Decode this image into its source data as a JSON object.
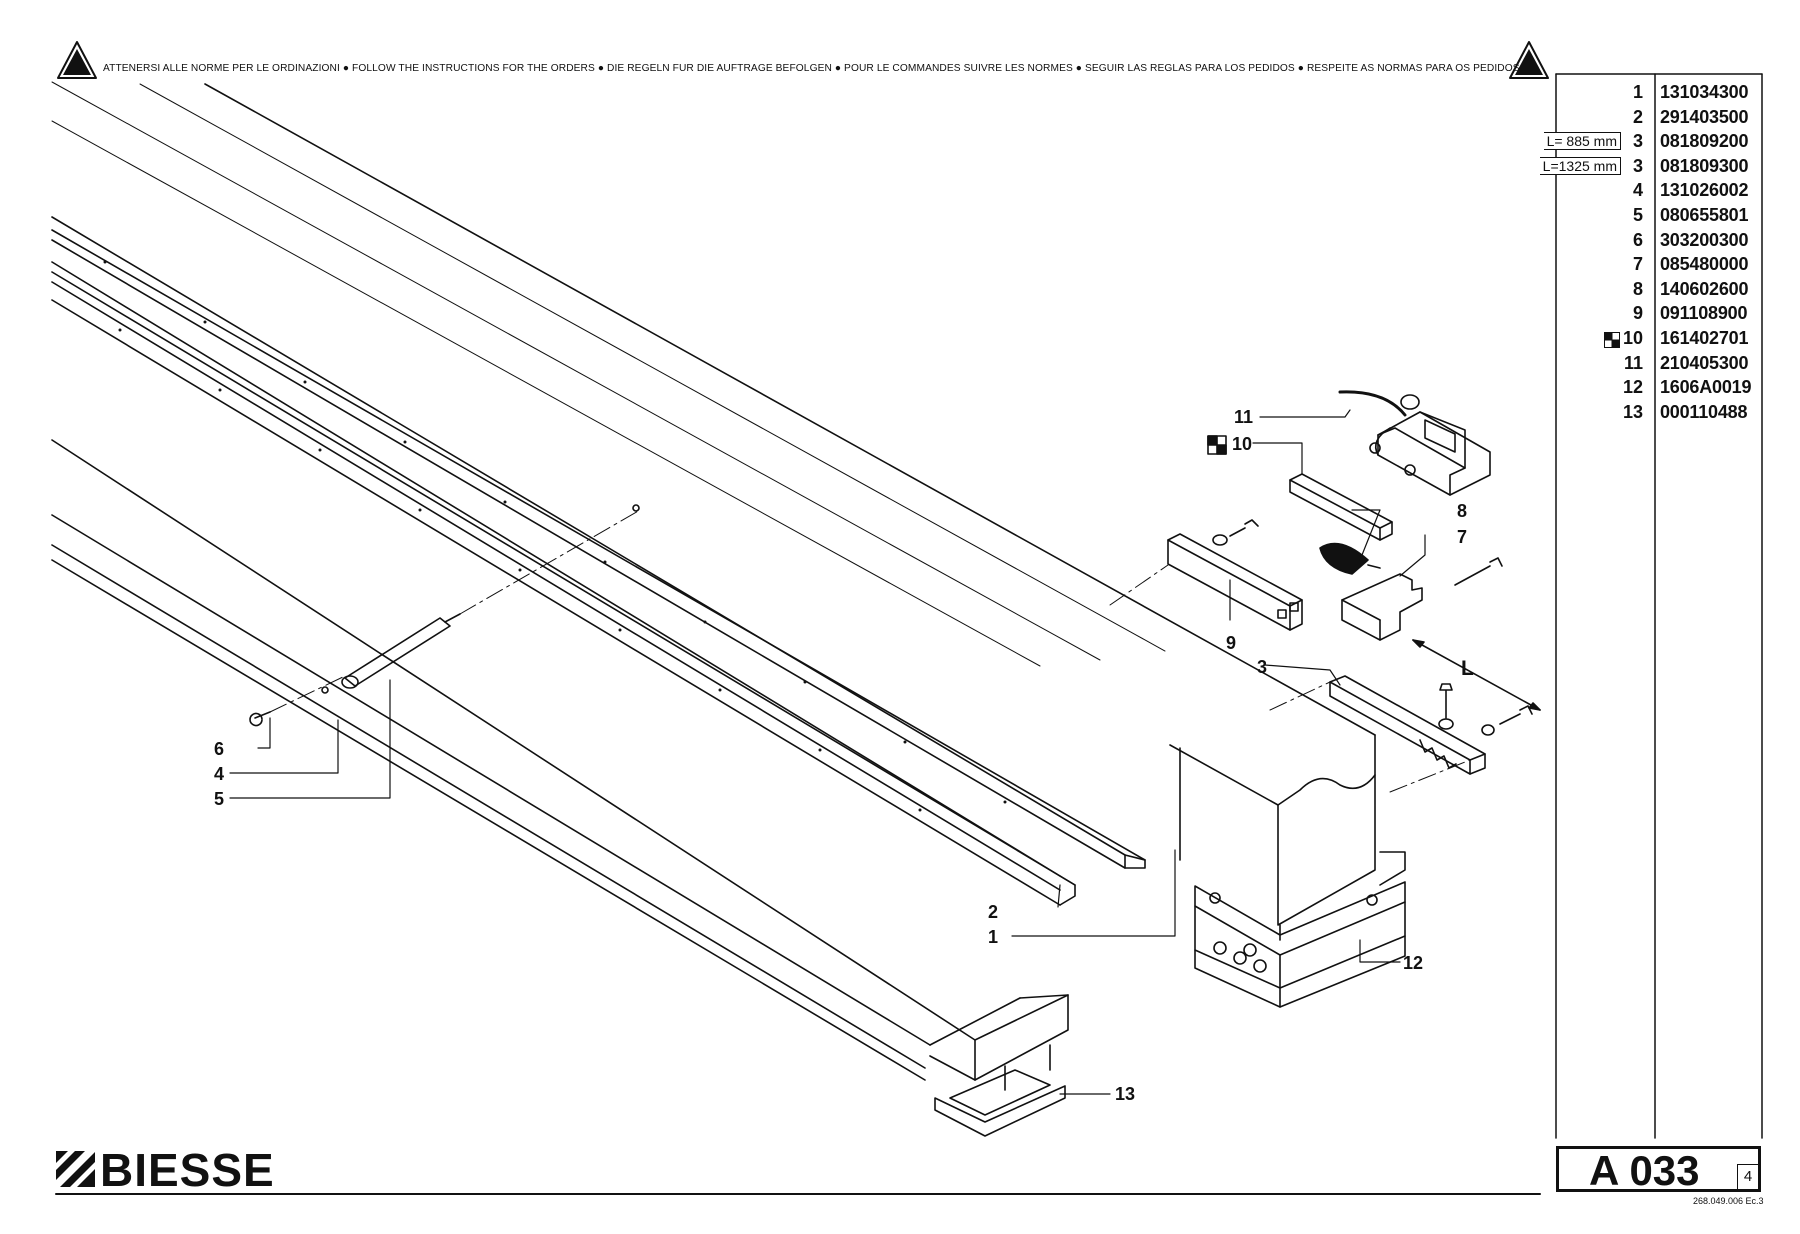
{
  "header": {
    "notice": "ATTENERSI ALLE NORME PER LE ORDINAZIONI ● FOLLOW THE INSTRUCTIONS FOR THE ORDERS ● DIE REGELN FUR DIE AUFTRAGE BEFOLGEN ● POUR LE COMMANDES SUIVRE LES NORMES ● SEGUIR LAS REGLAS PARA LOS PEDIDOS ● RESPEITE AS NORMAS PARA OS PEDIDOS",
    "warning_icon": "warning-triangle-icon"
  },
  "parts": [
    {
      "index": "1",
      "code": "131034300",
      "length": "",
      "marked": false
    },
    {
      "index": "2",
      "code": "291403500",
      "length": "",
      "marked": false
    },
    {
      "index": "3",
      "code": "081809200",
      "length": "L= 885 mm",
      "marked": false
    },
    {
      "index": "3",
      "code": "081809300",
      "length": "L=1325 mm",
      "marked": false
    },
    {
      "index": "4",
      "code": "131026002",
      "length": "",
      "marked": false
    },
    {
      "index": "5",
      "code": "080655801",
      "length": "",
      "marked": false
    },
    {
      "index": "6",
      "code": "303200300",
      "length": "",
      "marked": false
    },
    {
      "index": "7",
      "code": "085480000",
      "length": "",
      "marked": false
    },
    {
      "index": "8",
      "code": "140602600",
      "length": "",
      "marked": false
    },
    {
      "index": "9",
      "code": "091108900",
      "length": "",
      "marked": false
    },
    {
      "index": "10",
      "code": "161402701",
      "length": "",
      "marked": true
    },
    {
      "index": "11",
      "code": "210405300",
      "length": "",
      "marked": false
    },
    {
      "index": "12",
      "code": "1606A0019",
      "length": "",
      "marked": false
    },
    {
      "index": "13",
      "code": "000110488",
      "length": "",
      "marked": false
    }
  ],
  "callouts": {
    "c1": "1",
    "c2": "2",
    "c3": "3",
    "c4": "4",
    "c5": "5",
    "c6": "6",
    "c7": "7",
    "c8": "8",
    "c9": "9",
    "c10": "10",
    "c11": "11",
    "c12": "12",
    "c13": "13",
    "dimension": "L"
  },
  "footer": {
    "brand": "BIESSE",
    "logo_icon": "biesse-stripes-logo-icon",
    "table_code": "A 033",
    "sheet": "4",
    "doc_ref": "268.049.006 Ec.3"
  }
}
